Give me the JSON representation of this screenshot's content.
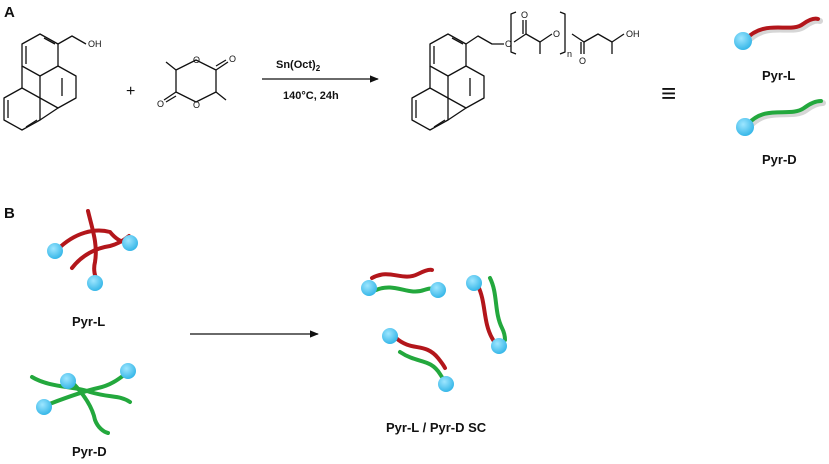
{
  "panels": {
    "a": "A",
    "b": "B"
  },
  "scheme": {
    "plus": "+",
    "catalyst": "Sn(Oct)",
    "catalyst_sub": "2",
    "conditions": "140°C, 24h",
    "equiv": "≡",
    "atoms": {
      "oh": "OH",
      "o": "O",
      "n": "n"
    }
  },
  "labels": {
    "pyr_l": "Pyr-L",
    "pyr_d": "Pyr-D",
    "sc": "Pyr-L / Pyr-D SC"
  },
  "colors": {
    "l_chain": "#b3161b",
    "d_chain": "#23a83d",
    "pyrene": "#55ccf2"
  }
}
